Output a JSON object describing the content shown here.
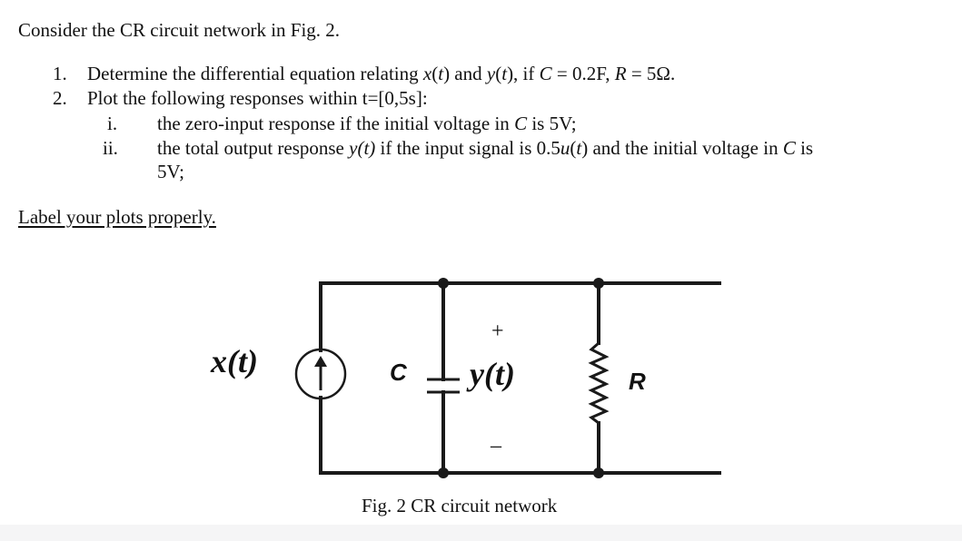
{
  "problem": {
    "intro": "Consider the CR circuit network in Fig. 2.",
    "items": [
      {
        "number": "1.",
        "text_a": "Determine the differential equation relating ",
        "var_x": "x",
        "text_b": "(",
        "var_t1": "t",
        "text_c": ") and ",
        "var_y": "y",
        "text_d": "(",
        "var_t2": "t",
        "text_e": "), if ",
        "var_c": "C",
        "text_f": " = 0.2F, ",
        "var_r": "R",
        "text_g": " = 5Ω."
      },
      {
        "number": "2.",
        "text": "Plot the following responses within t=[0,5s]:"
      }
    ],
    "subitems": [
      {
        "roman": "i.",
        "text_a": "the zero-input response if the initial voltage in ",
        "var_c": "C",
        "text_b": " is 5V;"
      },
      {
        "roman": "ii.",
        "text_a": "the total output response ",
        "var_y": "y(t)",
        "text_b": " if the input signal is 0.5",
        "var_u": "u",
        "text_c": "(",
        "var_t": "t",
        "text_d": ") and the initial voltage in ",
        "var_c": "C",
        "text_e": " is",
        "text_cont": "5V;"
      }
    ],
    "label_note": "Label your plots properly."
  },
  "figure": {
    "source_label": "x(t)",
    "capacitor_label": "C",
    "output_label": "y(t)",
    "plus_sign": "+",
    "minus_sign": "–",
    "resistor_label": "R",
    "caption": "Fig. 2 CR circuit network",
    "stroke_color": "#1a1a1a"
  }
}
